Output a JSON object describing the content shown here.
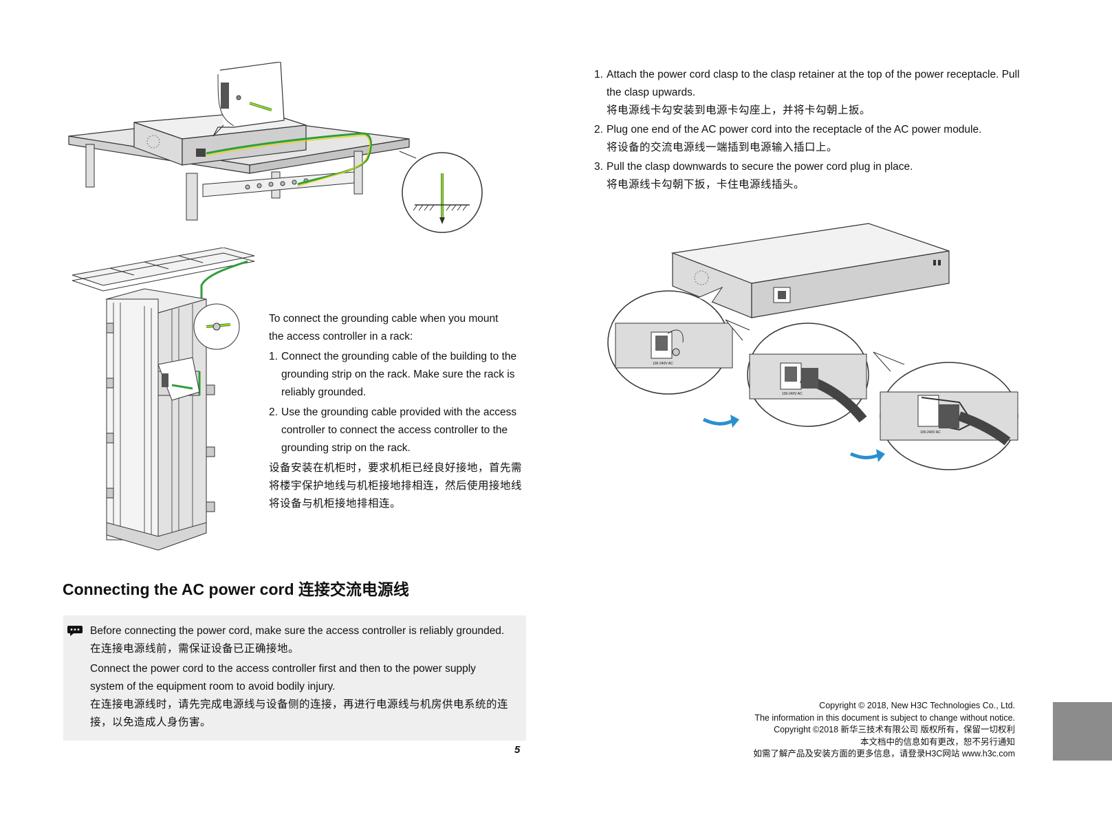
{
  "rack_section": {
    "intro": [
      "To connect the grounding cable when you mount",
      "the access controller in a rack:"
    ],
    "steps": [
      {
        "num": "1.",
        "lines": [
          "Connect the grounding cable of the building to the",
          "grounding strip on the rack. Make sure the rack is",
          "reliably grounded."
        ]
      },
      {
        "num": "2.",
        "lines": [
          "Use the grounding cable provided with the access",
          "controller to connect the access controller to the",
          "grounding strip on the rack."
        ]
      }
    ],
    "zh_lines": [
      "设备安装在机柜时，要求机柜已经良好接地，首先需",
      "将楼宇保护地线与机柜接地排相连，然后使用接地线",
      "将设备与机柜接地排相连。"
    ]
  },
  "section_title": "Connecting the AC power cord 连接交流电源线",
  "note": {
    "icon": "note-speech-icon",
    "lines": [
      "Before connecting the power cord, make sure the access controller is reliably grounded.",
      "在连接电源线前，需保证设备已正确接地。",
      "Connect the power cord to the access controller first and then to the power supply",
      "system of the equipment room to avoid bodily injury.",
      "在连接电源线时，请先完成电源线与设备侧的连接，再进行电源线与机房供电系统的连",
      "接，以免造成人身伤害。"
    ]
  },
  "page_number": "5",
  "power_steps": [
    {
      "num": "1.",
      "lines": [
        "Attach the power cord clasp to the clasp retainer at the top of the power receptacle. Pull",
        "the clasp upwards."
      ],
      "zh": "将电源线卡勾安装到电源卡勾座上，并将卡勾朝上扳。"
    },
    {
      "num": "2.",
      "lines": [
        "Plug one end of the AC power cord into the receptacle of the AC power module."
      ],
      "zh": "将设备的交流电源线一端插到电源输入插口上。"
    },
    {
      "num": "3.",
      "lines": [
        "Pull the clasp downwards to secure the power cord plug in place."
      ],
      "zh": "将电源线卡勾朝下扳，卡住电源线插头。"
    }
  ],
  "receptacle_label": "100-240V AC",
  "copyright": [
    "Copyright © 2018, New H3C Technologies Co., Ltd.",
    "The information in this document is subject to change without notice.",
    "Copyright ©2018 新华三技术有限公司 版权所有，保留一切权利",
    "本文档中的信息如有更改，恕不另行通知",
    "如需了解产品及安装方面的更多信息，请登录H3C网站 www.h3c.com"
  ],
  "colors": {
    "ground_green": "#2e9e3a",
    "ground_yellow": "#e6d21a",
    "arrow_blue": "#2a8fd0",
    "note_bg": "#efefef",
    "side_tab": "#8c8c8c"
  }
}
